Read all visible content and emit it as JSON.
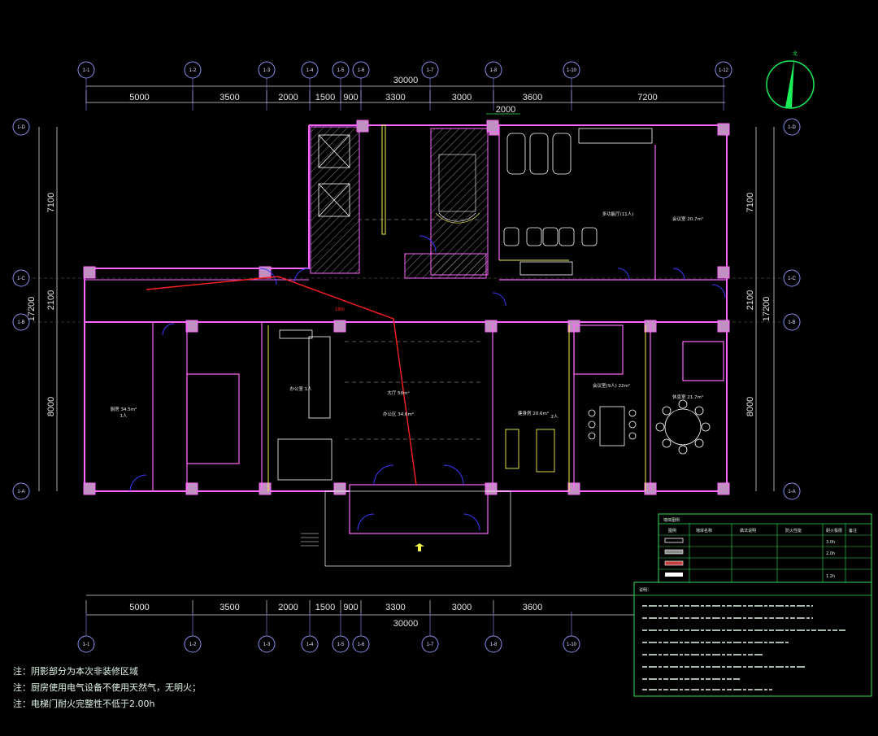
{
  "colors": {
    "background": "#000000",
    "axis_circle": "#8a8ff0",
    "dimension": "#e6e6e6",
    "wall": "#ff66ff",
    "wall_fill": "#c090c0",
    "furniture": "#ffffff",
    "partition_yellow": "#f2f24a",
    "door": "#3a3aff",
    "route_line": "#ff2020",
    "note_text": "#dff5e4",
    "legend_green": "#2fe04f",
    "compass": "#18f05a"
  },
  "overall_dimension": "30000",
  "overall_depth": "17200",
  "top_dimensions": [
    "5000",
    "3500",
    "2000",
    "1500",
    "900",
    "3300",
    "3000",
    "3600",
    "7200"
  ],
  "bottom_dimensions": [
    "5000",
    "3500",
    "2000",
    "1500",
    "900",
    "3300",
    "3000",
    "3600"
  ],
  "partial_dimension": "2000",
  "left_dimensions": [
    "7100",
    "2100",
    "8000"
  ],
  "right_dimensions": [
    "7100",
    "2100",
    "8000"
  ],
  "column_axes": [
    "1-1",
    "1-2",
    "1-3",
    "1-4",
    "1-5",
    "1-6",
    "1-7",
    "1-8",
    "1-10",
    "1-12"
  ],
  "bottom_axes": [
    "1-1",
    "1-2",
    "1-3",
    "1-4",
    "1-5",
    "1-6",
    "1-7",
    "1-8",
    "1-10"
  ],
  "row_axes": [
    "1-D",
    "1-C",
    "1-B",
    "1-A"
  ],
  "compass_label": "北",
  "route_label": "18m",
  "rooms": [
    {
      "name": "厨房 34.5m²",
      "sub": "1人"
    },
    {
      "name": "办公室 1人"
    },
    {
      "name": "大厅 50m²",
      "sub": "办公区 34.6m²"
    },
    {
      "name": "多功能厅(11人)",
      "sub": "会议室 20.7m²"
    },
    {
      "name": "休息室 21.7m²"
    },
    {
      "name": "会议室(9人) 22m²"
    },
    {
      "name": "健身房 20.6m²",
      "sub": "2人"
    }
  ],
  "legend": {
    "title": "墙体图例",
    "headers": [
      "图例",
      "墙体名称",
      "做法说明",
      "防火性能",
      "耐火极限",
      "备注"
    ],
    "rows": [
      [
        "",
        "",
        "",
        "",
        "3.0h",
        ""
      ],
      [
        "",
        "",
        "",
        "",
        "2.0h",
        ""
      ],
      [
        "",
        "",
        "",
        "",
        "",
        ""
      ],
      [
        "",
        "",
        "",
        "",
        "1.2h",
        ""
      ]
    ]
  },
  "remarks_title": "说明：",
  "notes": [
    "注：阴影部分为本次非装修区域",
    "注：厨房使用电气设备不使用天然气，无明火；",
    "注：电梯门耐火完整性不低于2.00h"
  ]
}
